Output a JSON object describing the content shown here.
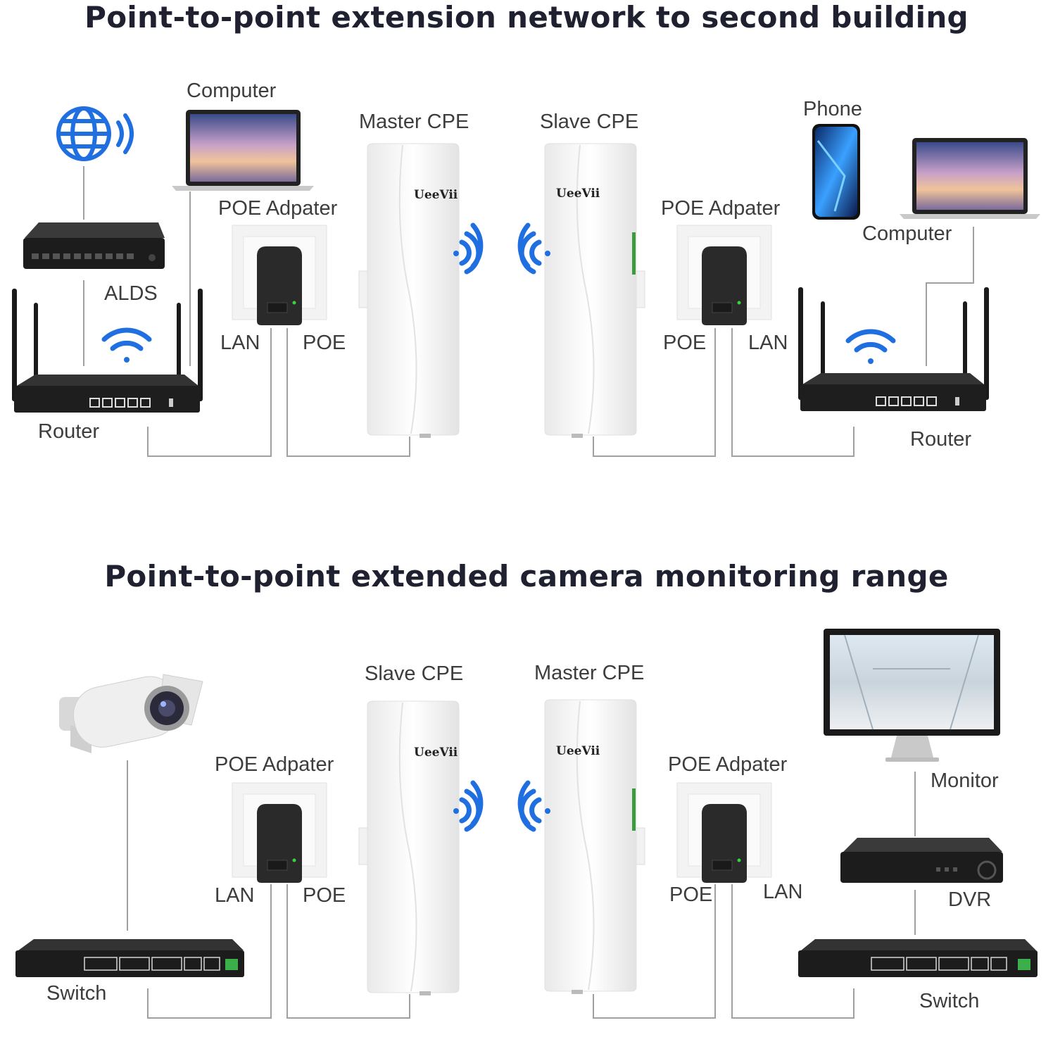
{
  "diagram1": {
    "title": "Point-to-point extension network to second building",
    "labels": {
      "computer_left": "Computer",
      "alds": "ALDS",
      "router_left": "Router",
      "poe_adapter_left": "POE Adpater",
      "lan_left": "LAN",
      "poe_left": "POE",
      "master_cpe": "Master CPE",
      "slave_cpe": "Slave CPE",
      "poe_adapter_right": "POE Adpater",
      "poe_right": "POE",
      "lan_right": "LAN",
      "phone": "Phone",
      "computer_right": "Computer",
      "router_right": "Router"
    }
  },
  "diagram2": {
    "title": "Point-to-point extended camera monitoring range",
    "labels": {
      "poe_adapter_left": "POE Adpater",
      "lan_left": "LAN",
      "poe_left": "POE",
      "switch_left": "Switch",
      "slave_cpe": "Slave CPE",
      "master_cpe": "Master CPE",
      "poe_adapter_right": "POE Adpater",
      "poe_right": "POE",
      "lan_right": "LAN",
      "monitor": "Monitor",
      "dvr": "DVR",
      "switch_right": "Switch"
    }
  },
  "brand": "UeeVii",
  "colors": {
    "wifi_blue": "#1f6fe0",
    "device_dark": "#1e1e1e",
    "cable_gray": "#9a9a9a",
    "title": "#1f2030"
  }
}
